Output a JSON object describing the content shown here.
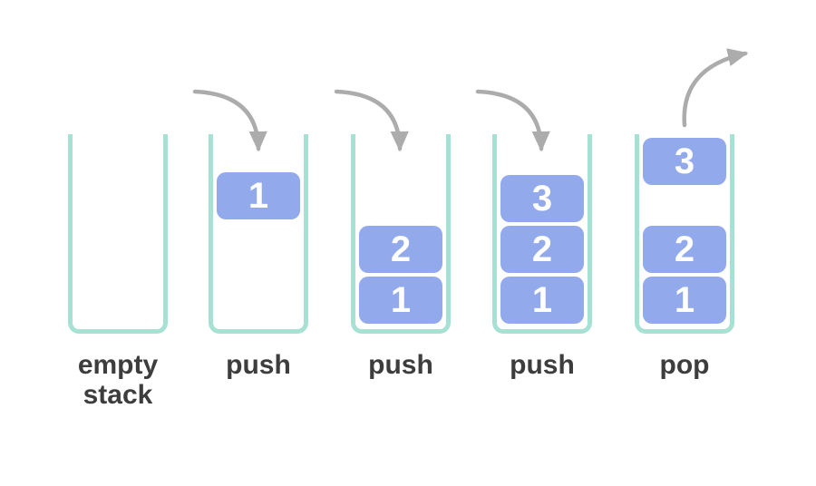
{
  "colors": {
    "background": "#ffffff",
    "container_border": "#a6e1d3",
    "block_fill": "#92a9ec",
    "block_text": "#ffffff",
    "arrow": "#acacac",
    "label": "#3d3d3d"
  },
  "frames": [
    {
      "label": "empty\nstack",
      "arrow": "none",
      "blocks": []
    },
    {
      "label": "push",
      "arrow": "push",
      "blocks": [
        "1"
      ]
    },
    {
      "label": "push",
      "arrow": "push",
      "blocks": [
        "2",
        "1"
      ]
    },
    {
      "label": "push",
      "arrow": "push",
      "blocks": [
        "3",
        "2",
        "1"
      ]
    },
    {
      "label": "pop",
      "arrow": "pop",
      "blocks": [
        "3",
        "2",
        "1"
      ]
    }
  ]
}
